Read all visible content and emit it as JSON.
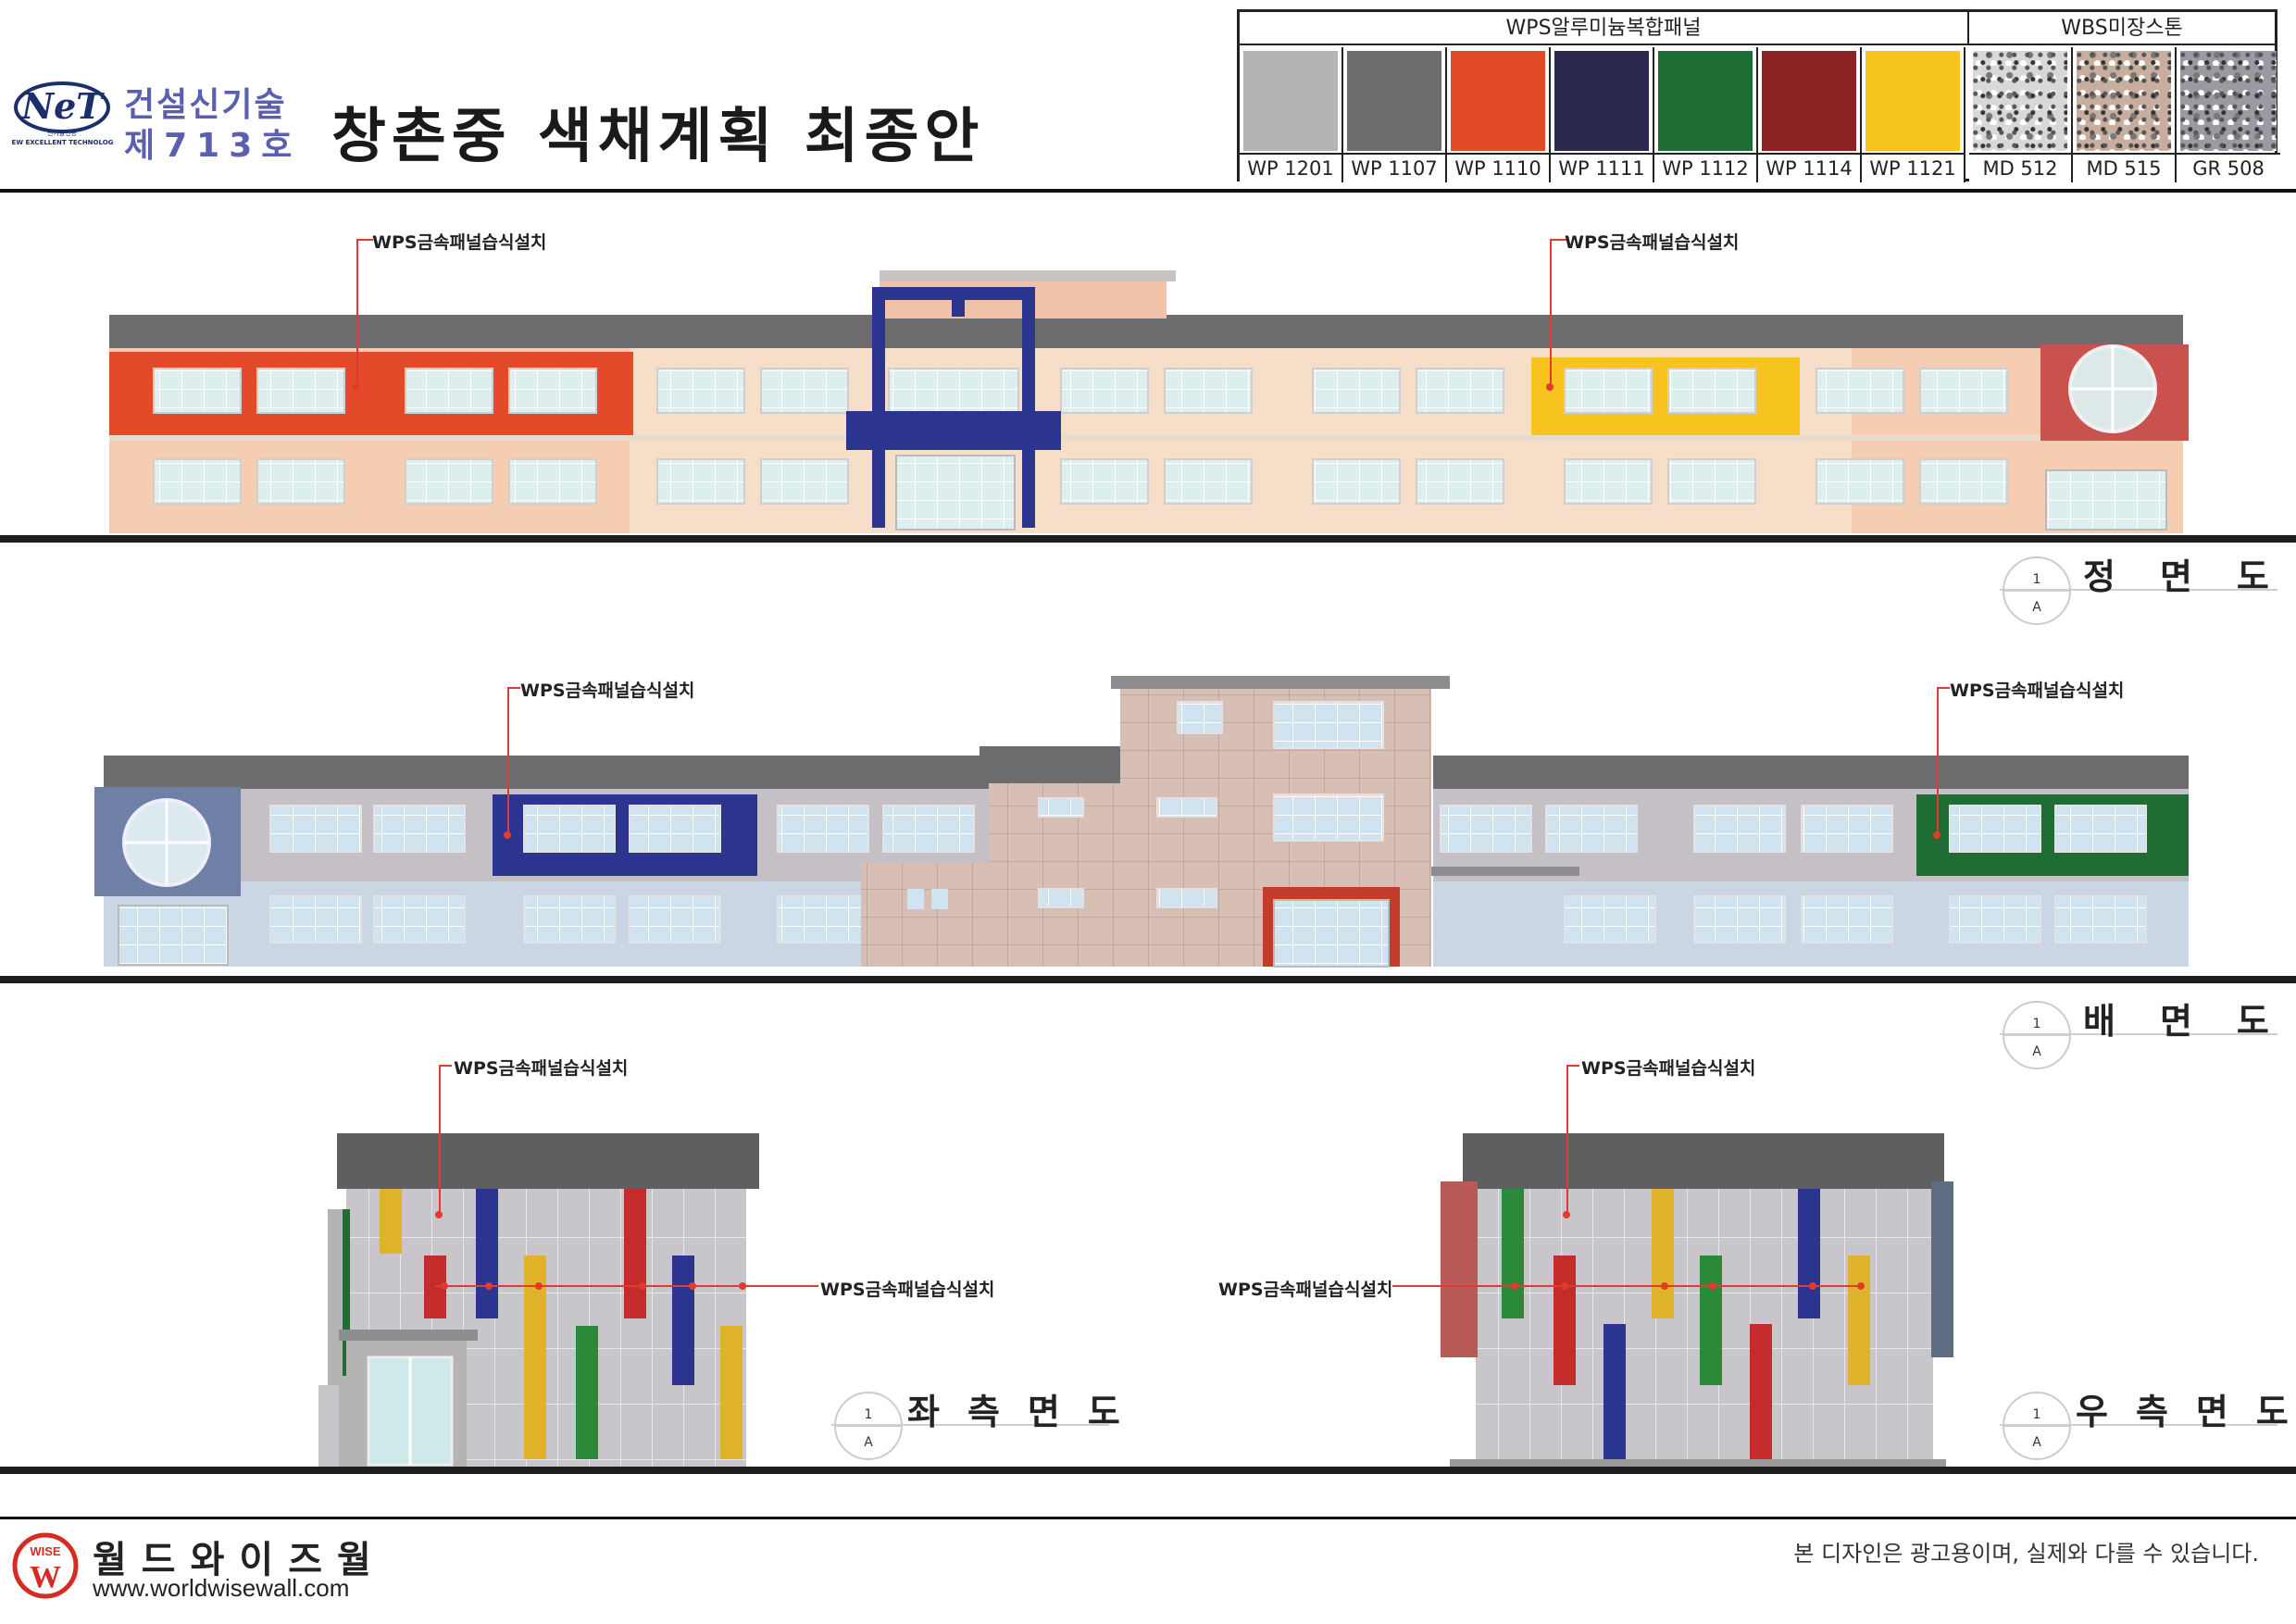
{
  "header": {
    "logo_text": "NeT",
    "logo_ring_text": "NEW EXCELLENT TECHNOLOGY",
    "logo_badge_text": "신기술인증",
    "cert_line1": "건설신기술",
    "cert_line2": "제713호",
    "title": "창촌중 색채계획 최종안"
  },
  "swatches": {
    "group1_title": "WPS알루미늄복합패널",
    "group2_title": "WBS미장스톤",
    "items": [
      {
        "code": "WP 1201",
        "color": "#b5b3b4"
      },
      {
        "code": "WP 1107",
        "color": "#6d6c6e"
      },
      {
        "code": "WP 1110",
        "color": "#e24a2a"
      },
      {
        "code": "WP 1111",
        "color": "#2b2950"
      },
      {
        "code": "WP 1112",
        "color": "#1f6d34"
      },
      {
        "code": "WP 1114",
        "color": "#8d2424"
      },
      {
        "code": "WP 1121",
        "color": "#f6c31f"
      },
      {
        "code": "MD 512",
        "color": "#d8d8d8"
      },
      {
        "code": "MD 515",
        "color": "#c9ad9f"
      },
      {
        "code": "GR 508",
        "color": "#9a9aa4"
      }
    ]
  },
  "annotation": "WPS금속패널습식설치",
  "views": {
    "front": {
      "title": "정면도",
      "badge_top": "1",
      "badge_bottom": "A"
    },
    "rear": {
      "title": "배면도",
      "badge_top": "1",
      "badge_bottom": "A"
    },
    "left": {
      "title": "좌측면도",
      "badge_top": "1",
      "badge_bottom": "A"
    },
    "right": {
      "title": "우측면도",
      "badge_top": "1",
      "badge_bottom": "A"
    }
  },
  "footer": {
    "logo_text": "WISE",
    "logo_letter": "W",
    "brand": "월드와이즈월",
    "url": "www.worldwisewall.com",
    "disclaimer": "본 디자인은 광고용이며, 실제와 다를 수 있습니다."
  },
  "colors": {
    "red": "#e24a2a",
    "navy": "#2b3590",
    "yellow": "#f6c31f",
    "green": "#1f6d34",
    "brick": "#c9514e",
    "roof": "#6d6c6e",
    "wall_peach": "#f4cdb3",
    "wall_cream": "#f8ead6",
    "wall_gray": "#c4c0c6",
    "glass": "#d8ecec"
  }
}
